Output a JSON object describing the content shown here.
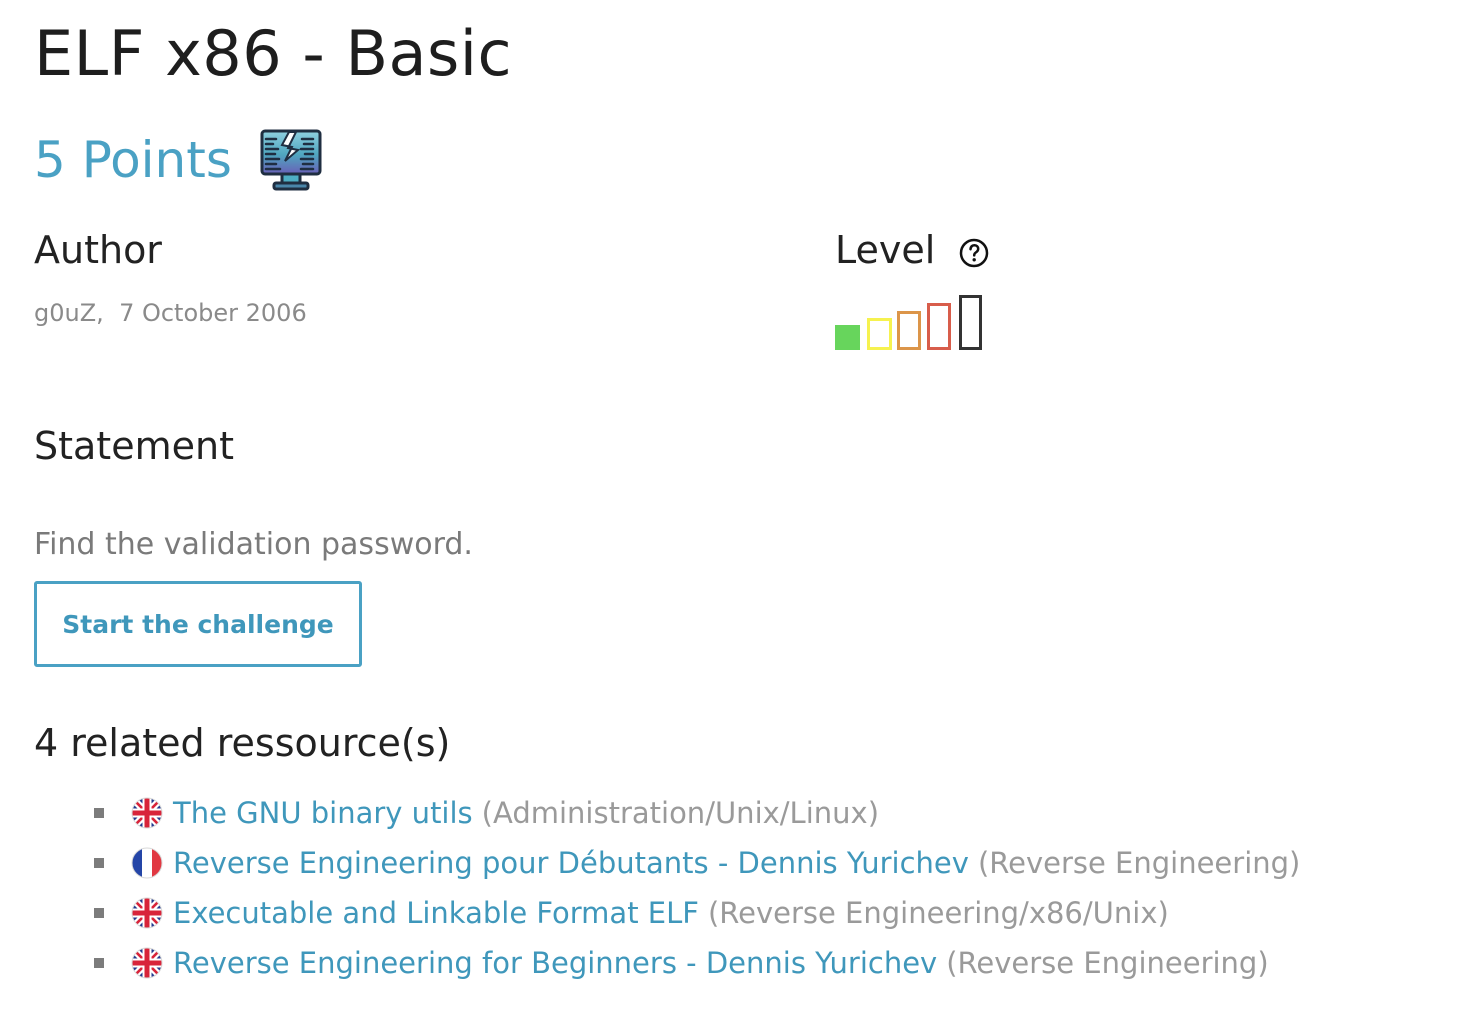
{
  "challenge": {
    "title": "ELF x86 - Basic",
    "points": "5 Points",
    "category_icon": "cracked-monitor-icon"
  },
  "author": {
    "heading": "Author",
    "name": "g0uZ,",
    "date": "7 October 2006"
  },
  "level": {
    "heading": "Level",
    "help_icon": "question-mark-circle-icon",
    "value": 1,
    "max": 5,
    "colors": [
      "#67d55c",
      "#f6f24f",
      "#dc9549",
      "#d85d4b",
      "#333333"
    ]
  },
  "statement": {
    "heading": "Statement",
    "text": "Find the validation password."
  },
  "start_button": {
    "label": "Start the challenge",
    "color": "#4aa1c4"
  },
  "resources": {
    "heading": "4 related ressource(s)",
    "items": [
      {
        "flag": "uk-flag-icon",
        "title": "The GNU binary utils",
        "category": "(Administration/Unix/Linux)"
      },
      {
        "flag": "france-flag-icon",
        "title": "Reverse Engineering pour Débutants - Dennis Yurichev",
        "category": "(Reverse Engineering)"
      },
      {
        "flag": "uk-flag-icon",
        "title": "Executable and Linkable Format ELF",
        "category": "(Reverse Engineering/x86/Unix)"
      },
      {
        "flag": "uk-flag-icon",
        "title": "Reverse Engineering for Beginners - Dennis Yurichev",
        "category": "(Reverse Engineering)"
      }
    ]
  }
}
